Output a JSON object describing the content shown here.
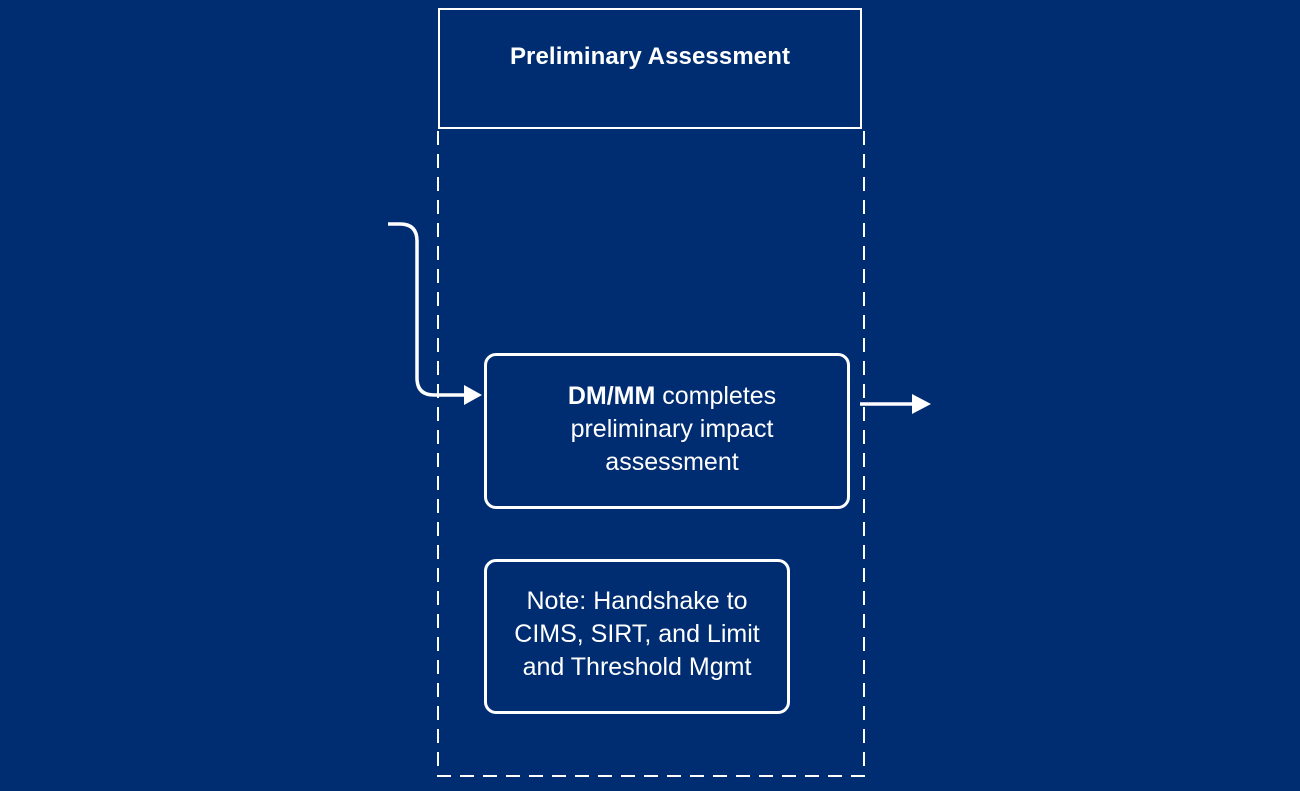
{
  "diagram": {
    "colors": {
      "background": "#002D72",
      "stroke": "#FFFFFF"
    },
    "lane": {
      "title": "Preliminary Assessment"
    },
    "process_node": {
      "actor": "DM/MM",
      "text_line1_rest": " completes",
      "text_line2": "preliminary impact",
      "text_line3": "assessment"
    },
    "note_node": {
      "line1": "Note: Handshake to",
      "line2": "CIMS, SIRT, and Limit",
      "line3": "and Threshold Mgmt"
    },
    "connectors": [
      {
        "id": "incoming",
        "from": "previous-step",
        "to": "process_node"
      },
      {
        "id": "outgoing",
        "from": "process_node",
        "to": "next-step"
      }
    ]
  }
}
